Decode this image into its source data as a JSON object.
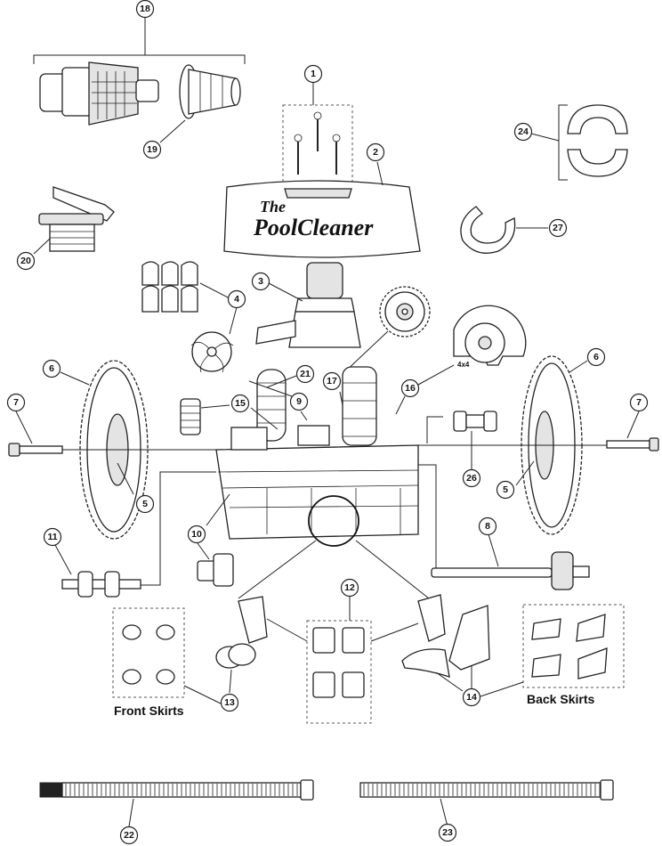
{
  "brand": {
    "line1": "The",
    "line2": "PoolCleaner"
  },
  "gear_marking": "4x4",
  "group_labels": {
    "front_skirts": "Front Skirts",
    "back_skirts": "Back Skirts"
  },
  "callouts": {
    "c1": "1",
    "c2": "2",
    "c3": "3",
    "c4": "4",
    "c5a": "5",
    "c5b": "5",
    "c6a": "6",
    "c6b": "6",
    "c7a": "7",
    "c7b": "7",
    "c8": "8",
    "c9": "9",
    "c10": "10",
    "c11": "11",
    "c12": "12",
    "c13": "13",
    "c14": "14",
    "c15": "15",
    "c16": "16",
    "c17": "17",
    "c18": "18",
    "c19": "19",
    "c20": "20",
    "c21": "21",
    "c22": "22",
    "c23": "23",
    "c24": "24",
    "c26": "26",
    "c27": "27"
  }
}
